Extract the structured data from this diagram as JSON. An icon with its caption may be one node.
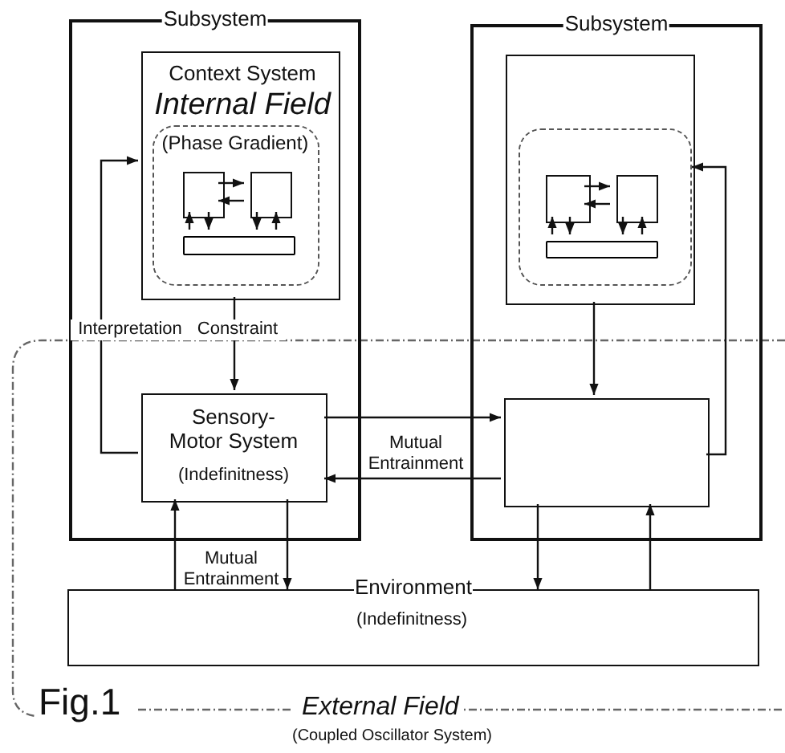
{
  "diagram": {
    "nodes": [
      {
        "text": [
          "Subsystem"
        ]
      },
      {
        "text": [
          "Context System",
          "Internal Field"
        ],
        "in": 0
      },
      {
        "text": [
          "(Phase Gradient)"
        ],
        "in": 1
      },
      {
        "text": [],
        "shape": "box",
        "in": 2
      },
      {
        "text": [],
        "shape": "box",
        "in": 2
      },
      {
        "text": [],
        "shape": "bar",
        "in": 2
      },
      {
        "text": [
          "Sensory-Motor System",
          "(Indefinitness)"
        ],
        "in": 0
      },
      {
        "text": [
          "Subsystem"
        ]
      },
      {
        "text": [],
        "shape": "box",
        "in": 7
      },
      {
        "text": [],
        "shape": "box",
        "in": 8
      },
      {
        "text": [],
        "shape": "box",
        "in": 9
      },
      {
        "text": [],
        "shape": "box",
        "in": 9
      },
      {
        "text": [],
        "shape": "bar",
        "in": 9
      },
      {
        "text": [],
        "shape": "box",
        "in": 7
      },
      {
        "text": [
          "Environment",
          "(Indefinitness)"
        ]
      }
    ],
    "edges": [
      {
        "from": 3,
        "to": 4,
        "arrow": "to"
      },
      {
        "from": 4,
        "to": 3,
        "arrow": "to"
      },
      {
        "from": 5,
        "to": 3,
        "arrow": "to"
      },
      {
        "from": 3,
        "to": 5,
        "arrow": "to"
      },
      {
        "from": 4,
        "to": 5,
        "arrow": "to"
      },
      {
        "from": 5,
        "to": 4,
        "arrow": "to"
      },
      {
        "from": 10,
        "to": 11,
        "arrow": "to"
      },
      {
        "from": 11,
        "to": 10,
        "arrow": "to"
      },
      {
        "from": 12,
        "to": 10,
        "arrow": "to"
      },
      {
        "from": 10,
        "to": 12,
        "arrow": "to"
      },
      {
        "from": 11,
        "to": 12,
        "arrow": "to"
      },
      {
        "from": 12,
        "to": 11,
        "arrow": "to"
      },
      {
        "from": 1,
        "to": 6,
        "arrow": "to",
        "label": "Constraint"
      },
      {
        "from": 6,
        "to": 1,
        "arrow": "to",
        "label": "Interpretation"
      },
      {
        "from": 8,
        "to": 13,
        "arrow": "to"
      },
      {
        "from": 13,
        "to": 8,
        "arrow": "to"
      },
      {
        "from": 6,
        "to": 13,
        "arrow": "to",
        "label": "Mutual Entrainment"
      },
      {
        "from": 13,
        "to": 6,
        "arrow": "to"
      },
      {
        "from": 14,
        "to": 6,
        "arrow": "to",
        "label": "Mutual Entrainment"
      },
      {
        "from": 6,
        "to": 14,
        "arrow": "to"
      },
      {
        "from": 13,
        "to": 14,
        "arrow": "to"
      },
      {
        "from": 14,
        "to": 13,
        "arrow": "to"
      }
    ],
    "labels": [
      "Fig.1",
      "External Field",
      "(Coupled Oscillator System)"
    ]
  }
}
